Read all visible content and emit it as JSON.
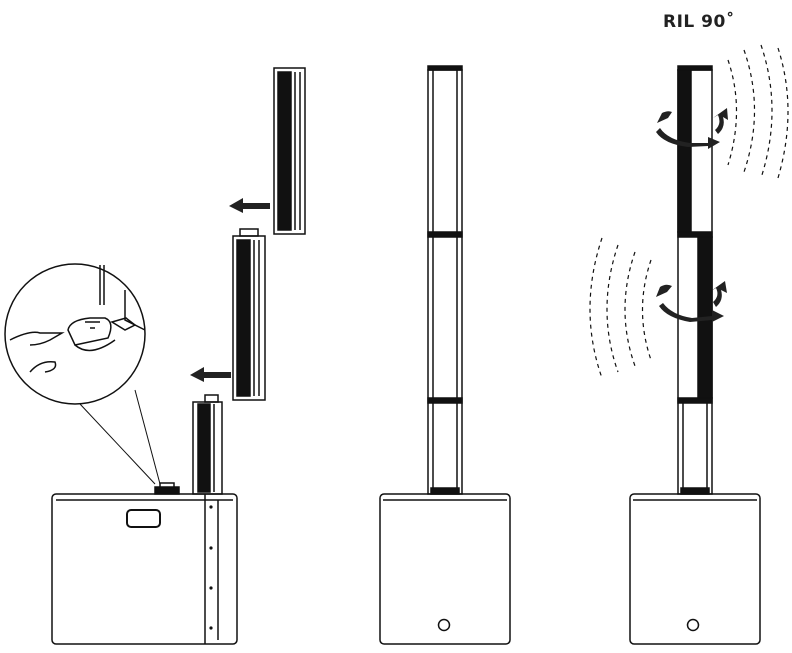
{
  "label": {
    "ril": "RIL 90˚"
  },
  "colors": {
    "ink": "#111111",
    "background": "#ffffff"
  },
  "panels": [
    {
      "name": "assembly",
      "description_icon": "column-stack-assembly"
    },
    {
      "name": "assembled",
      "description_icon": "column-assembled"
    },
    {
      "name": "rotation",
      "description_icon": "column-rotation"
    }
  ]
}
